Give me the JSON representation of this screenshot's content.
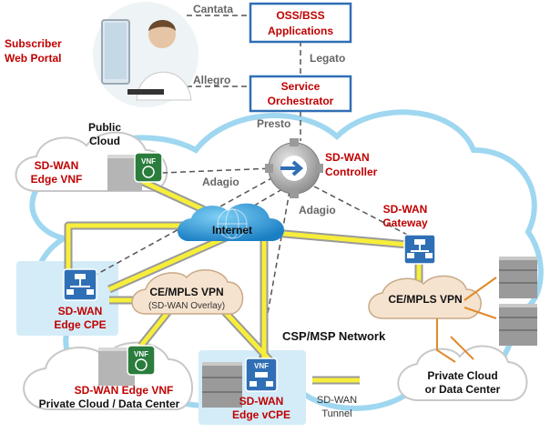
{
  "diagram": {
    "subscriber_portal": {
      "line1": "Subscriber",
      "line2": "Web Portal"
    },
    "oss_bss": {
      "line1": "OSS/BSS",
      "line2": "Applications"
    },
    "service_orchestrator": {
      "line1": "Service",
      "line2": "Orchestrator"
    },
    "interfaces": {
      "cantata": "Cantata",
      "allegro": "Allegro",
      "legato": "Legato",
      "presto": "Presto",
      "adagio_left": "Adagio",
      "adagio_right": "Adagio"
    },
    "public_cloud": {
      "line1": "Public",
      "line2": "Cloud"
    },
    "edge_vnf_public": {
      "line1": "SD-WAN",
      "line2": "Edge VNF"
    },
    "vnf_badge": "VNF",
    "controller": {
      "line1": "SD-WAN",
      "line2": "Controller"
    },
    "internet": "Internet",
    "gateway": {
      "line1": "SD-WAN",
      "line2": "Gateway"
    },
    "edge_cpe": {
      "line1": "SD-WAN",
      "line2": "Edge CPE"
    },
    "mpls_left": {
      "line1": "CE/MPLS VPN",
      "line2": "(SD-WAN Overlay)"
    },
    "mpls_right": "CE/MPLS VPN",
    "csp_network": "CSP/MSP Network",
    "edge_vnf_private": {
      "line1": "SD-WAN Edge VNF",
      "line2": "Private Cloud / Data Center"
    },
    "edge_vcpe": {
      "line1": "SD-WAN",
      "line2": "Edge vCPE"
    },
    "tunnel_legend": {
      "line1": "SD-WAN",
      "line2": "Tunnel"
    },
    "private_cloud_right": {
      "line1": "Private Cloud",
      "line2": "or Data Center"
    }
  },
  "colors": {
    "accent_red": "#c00000",
    "tunnel_yellow": "#f7ee3a",
    "tunnel_gray": "#9a9a9a",
    "network_cloud_border": "#8fd0ef",
    "device_blue": "#2f6fb5",
    "vnf_green": "#2a7d3c",
    "mpls_fill": "#f6e3cf"
  }
}
